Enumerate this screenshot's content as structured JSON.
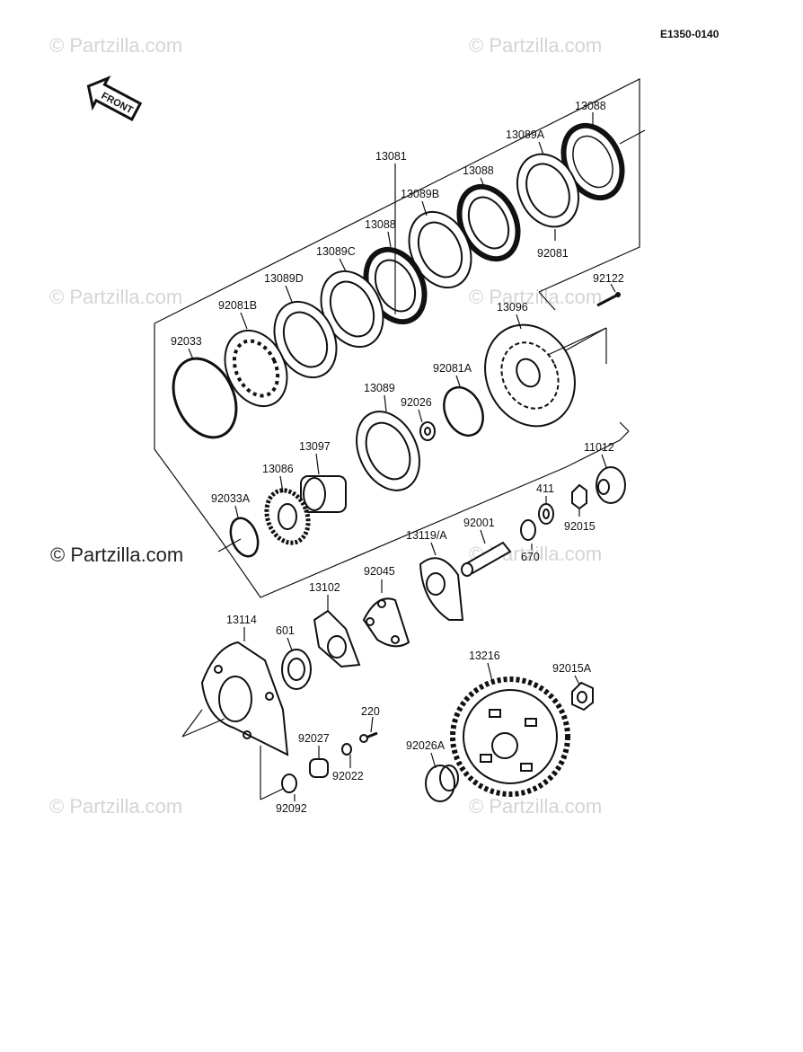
{
  "diagram_code": "E1350-0140",
  "front_label": "FRONT",
  "watermarks": [
    "© Partzilla.com",
    "© Partzilla.com",
    "© Partzilla.com",
    "© Partzilla.com",
    "© Partzilla.com",
    "© Partzilla.com",
    "© Partzilla.com"
  ],
  "watermark_main": "© Partzilla.com",
  "parts": {
    "p13088a": "13088",
    "p13089a": "13089A",
    "p13081": "13081",
    "p13088b": "13088",
    "p13089b": "13089B",
    "p13088c": "13088",
    "p13089c": "13089C",
    "p13089d": "13089D",
    "p92081b": "92081B",
    "p92033": "92033",
    "p92081": "92081",
    "p92122": "92122",
    "p13096": "13096",
    "p92081a": "92081A",
    "p13089": "13089",
    "p92026": "92026",
    "p13097": "13097",
    "p13086": "13086",
    "p92033a": "92033A",
    "p11012": "11012",
    "p411": "411",
    "p92015": "92015",
    "p92001": "92001",
    "p13119a": "13119/A",
    "p670": "670",
    "p92045": "92045",
    "p13102": "13102",
    "p13114": "13114",
    "p601": "601",
    "p13216": "13216",
    "p92015a": "92015A",
    "p220": "220",
    "p92027": "92027",
    "p92022": "92022",
    "p92026a": "92026A",
    "p92092": "92092"
  }
}
